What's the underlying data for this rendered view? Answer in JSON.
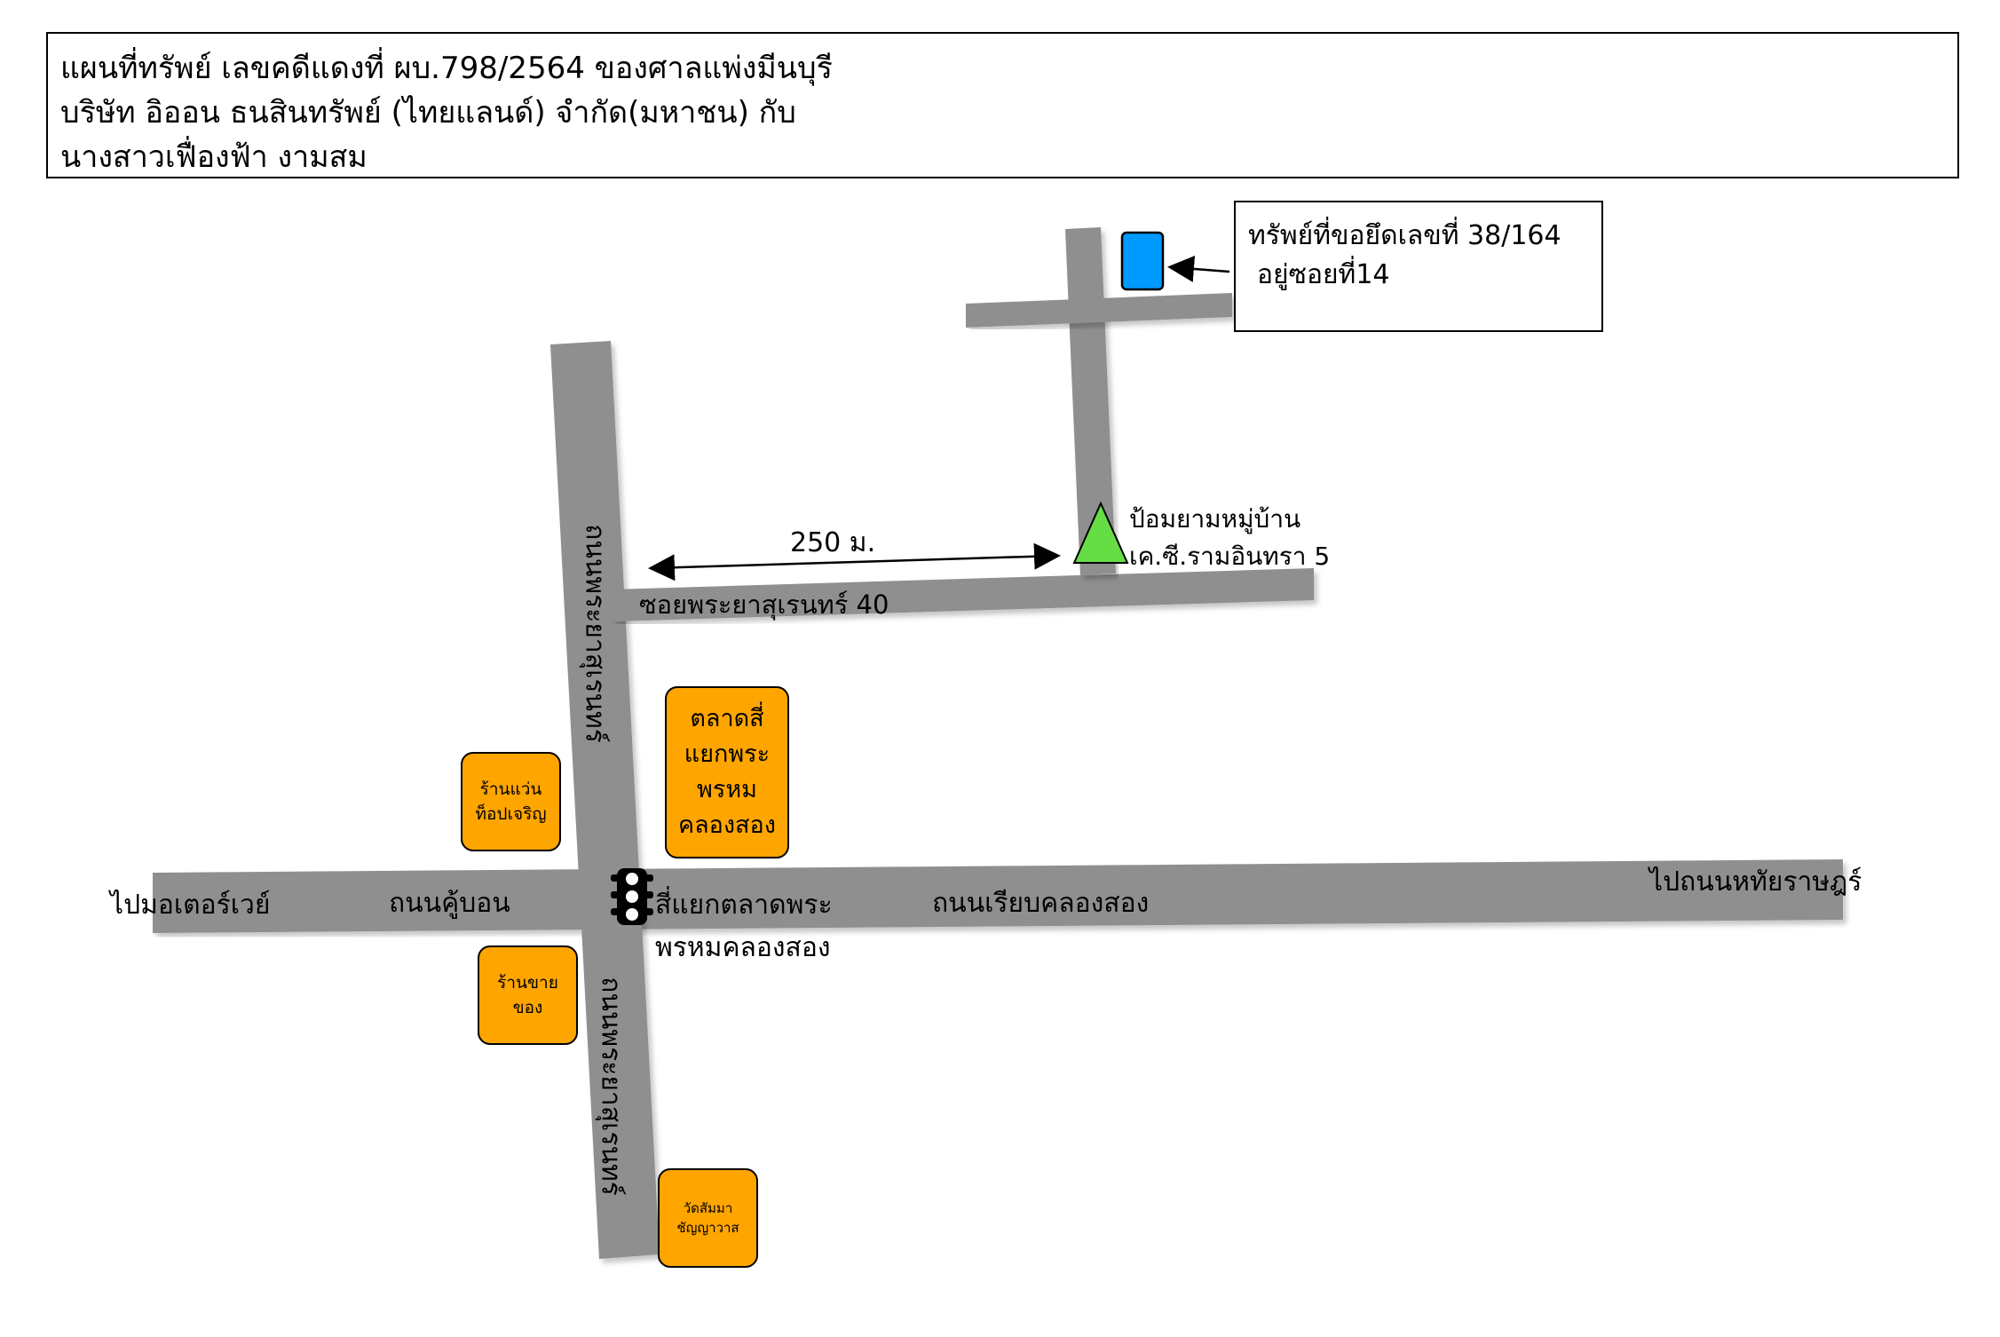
{
  "header": {
    "lines": [
      "แผนที่ทรัพย์ เลขคดีแดงที่ ผบ.798/2564 ของศาลแพ่งมีนบุรี",
      "บริษัท อิออน ธนสินทรัพย์ (ไทยแลนด์) จำกัด(มหาชน)  กับ",
      "นางสาวเฟื่องฟ้า งามสม"
    ]
  },
  "property_callout": {
    "line1": "ทรัพย์ที่ขอยึดเลขที่ 38/164",
    "line2": "อยู่ซอยที่14"
  },
  "roads": {
    "main_north_south": "ถนนพระยาสุเรนทร์",
    "main_north_south_lower": "ถนนพระยาสุเรนทร์",
    "soi": "ซอยพระยาสุเรนทร์ 40",
    "west_road": "ถนนคู้บอน",
    "east_road": "ถนนเรียบคลองสอง"
  },
  "directions": {
    "west": "ไปมอเตอร์เวย์",
    "east": "ไปถนนหทัยราษฎร์"
  },
  "distance_label": "250 ม.",
  "guard_post": {
    "line1": "ป้อมยามหมู่บ้าน",
    "line2": "เค.ซี.รามอินทรา 5"
  },
  "intersection": {
    "line1": "สี่แยกตลาดพระ",
    "line2": "พรหมคลองสอง"
  },
  "landmarks": {
    "market": [
      "ตลาดสี่",
      "แยกพระ",
      "พรหม",
      "คลองสอง"
    ],
    "glasses_shop": [
      "ร้านแว่น",
      "ท็อปเจริญ"
    ],
    "grocery": [
      "ร้านขาย",
      "ของ"
    ],
    "temple": [
      "วัดสัมมา",
      "ชัญญาวาส"
    ]
  },
  "colors": {
    "road": "#8f8f8f",
    "landmark_fill": "#FFA500",
    "property_marker": "#0099FF",
    "guard_marker": "#66DD44",
    "traffic_light": "#000000"
  },
  "icons": {
    "property": "property-marker-icon",
    "guard": "guard-post-triangle-icon",
    "traffic": "traffic-light-icon",
    "pointer": "arrow-left-icon",
    "distance": "double-arrow-icon"
  }
}
